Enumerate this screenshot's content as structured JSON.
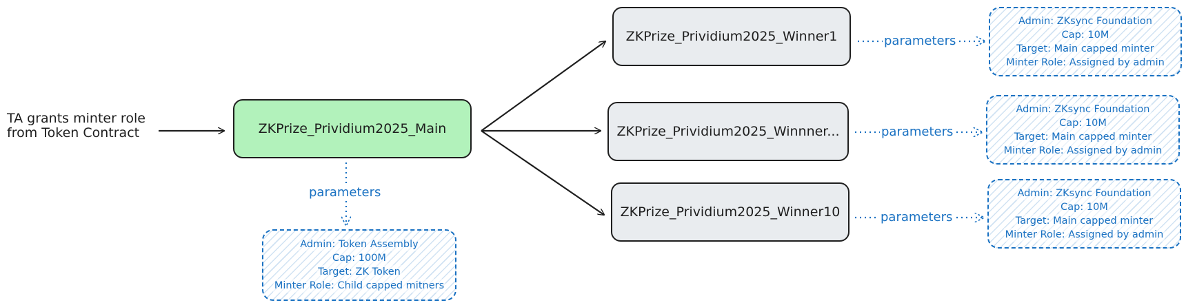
{
  "intro_text": [
    "TA grants minter role",
    "from Token Contract"
  ],
  "nodes": {
    "main": "ZKPrize_Prividium2025_Main",
    "winner1": "ZKPrize_Prividium2025_Winner1",
    "winner_mid": "ZKPrize_Prividium2025_Winnner...",
    "winner10": "ZKPrize_Prividium2025_Winner10"
  },
  "edge_label": "parameters",
  "param_boxes": {
    "main": [
      "Admin: Token Assembly",
      "Cap: 100M",
      "Target: ZK Token",
      "Minter Role: Child capped mitners"
    ],
    "winner1": [
      "Admin: ZKsync Foundation",
      "Cap: 10M",
      "Target: Main capped minter",
      "Minter Role: Assigned by admin"
    ],
    "winner_mid": [
      "Admin: ZKsync Foundation",
      "Cap: 10M",
      "Target: Main capped minter",
      "Minter Role: Assigned by admin"
    ],
    "winner10": [
      "Admin: ZKsync Foundation",
      "Cap: 10M",
      "Target: Main capped minter",
      "Minter Role: Assigned by admin"
    ]
  },
  "colors": {
    "stroke": "#1e1e1e",
    "main_fill": "#b2f2bb",
    "winner_fill": "#e9ecef",
    "param_blue": "#1971c2"
  }
}
